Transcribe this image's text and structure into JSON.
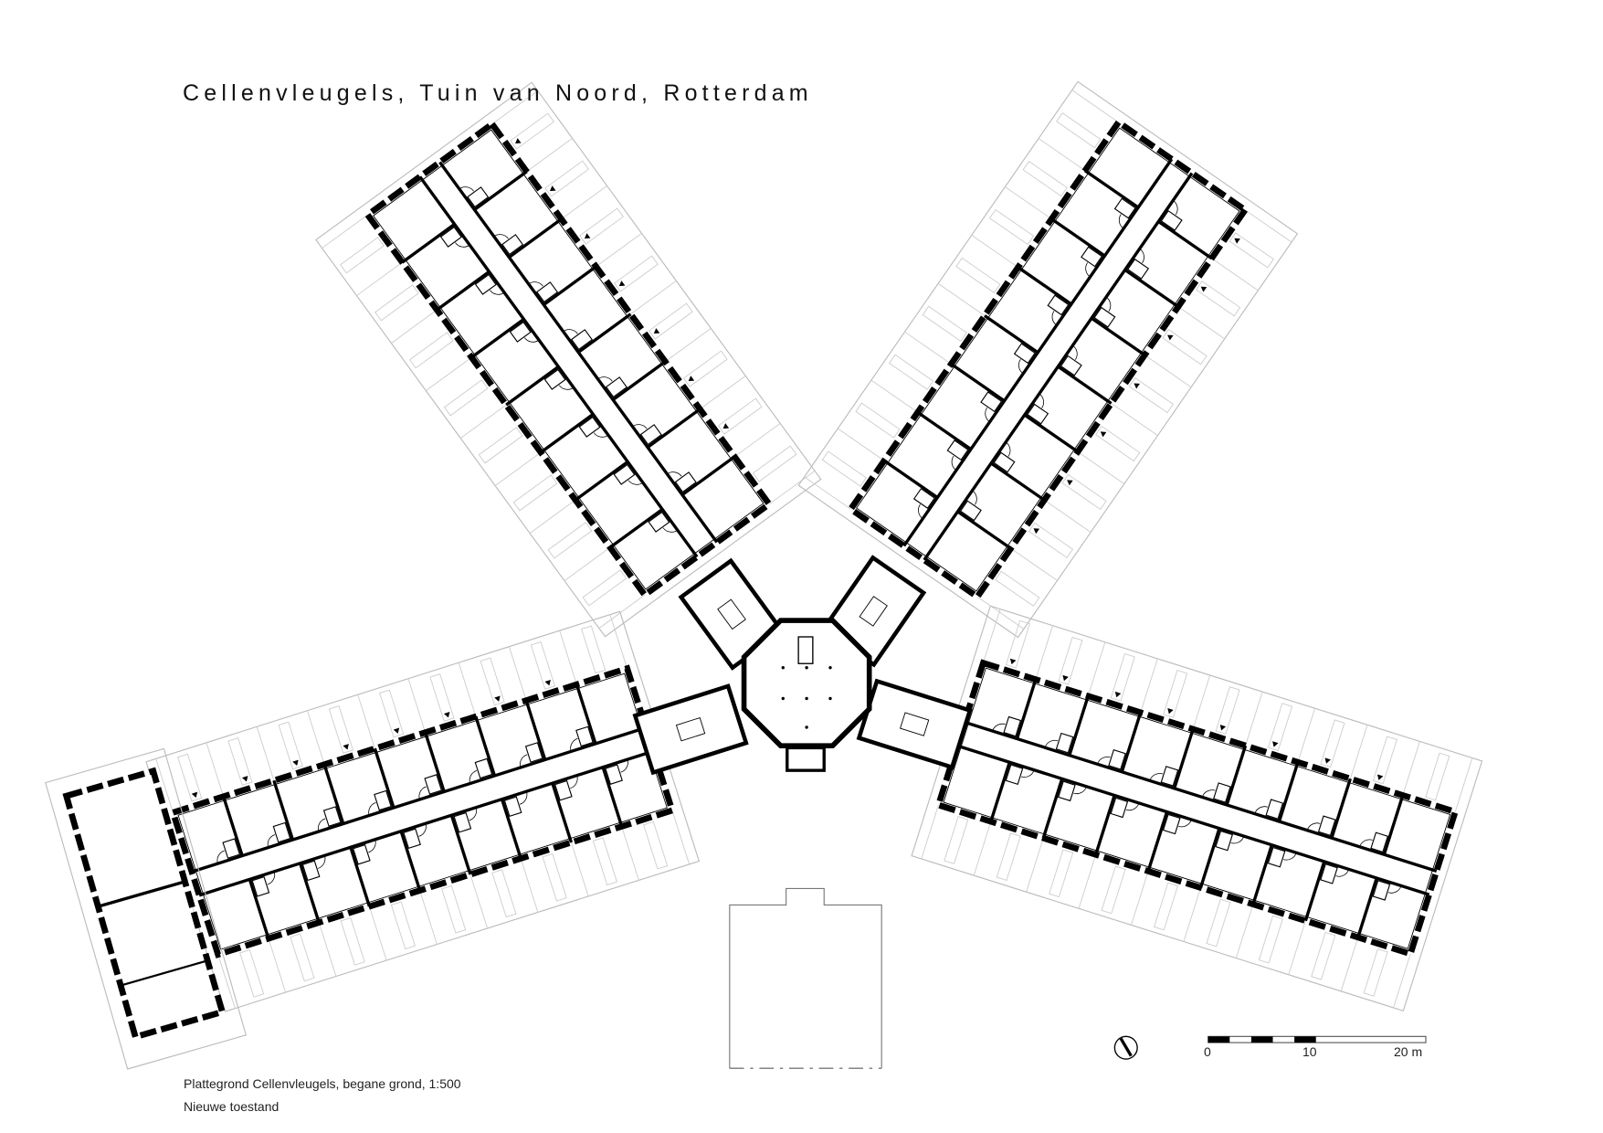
{
  "title": "Cellenvleugels, Tuin van Noord, Rotterdam",
  "caption": {
    "line1": "Plattegrond Cellenvleugels, begane grond, 1:500",
    "line2": "Nieuwe toestand"
  },
  "scale_bar": {
    "labels": [
      "0",
      "10",
      "20 m"
    ]
  },
  "north_arrow": "north-arrow-icon"
}
